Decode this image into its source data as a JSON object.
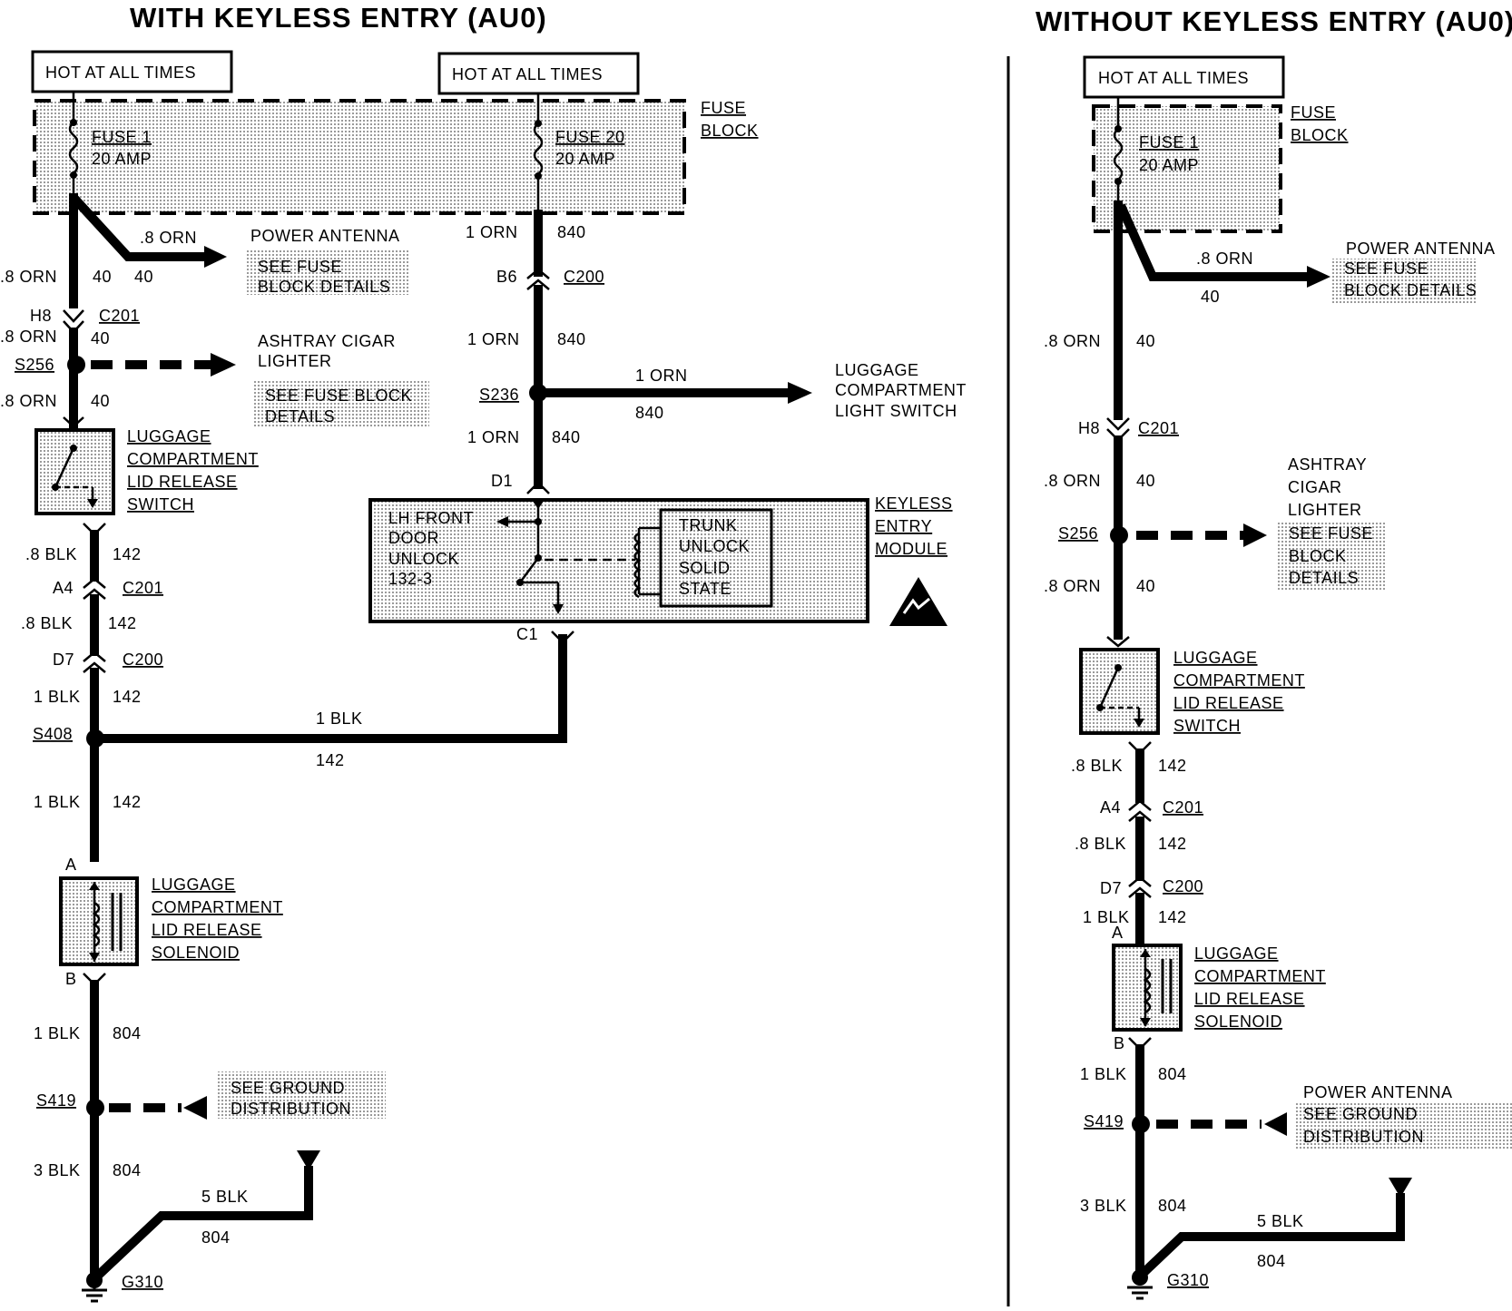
{
  "left": {
    "title": "WITH KEYLESS ENTRY (AU0)",
    "hot1": "HOT AT ALL TIMES",
    "hot2": "HOT AT ALL TIMES",
    "fuse1": [
      "FUSE 1",
      "20 AMP"
    ],
    "fuse20": [
      "FUSE 20",
      "20 AMP"
    ],
    "fuse_block": [
      "FUSE",
      "BLOCK"
    ],
    "pa_wire": ".8 ORN",
    "pa_circuit": "40",
    "power_antenna": "POWER ANTENNA",
    "see_fuse_block_details": [
      "SEE FUSE",
      "BLOCK DETAILS"
    ],
    "w1_color": ".8 ORN",
    "w1_circ": "40",
    "w1_circ2": "40",
    "h8": "H8",
    "c201a": "C201",
    "w2_color": ".8 ORN",
    "w2_circ": "40",
    "s256": "S256",
    "ashtray": [
      "ASHTRAY CIGAR",
      "LIGHTER"
    ],
    "ashtray_see": [
      "SEE FUSE BLOCK",
      "DETAILS"
    ],
    "w3_color": ".8 ORN",
    "w3_circ": "40",
    "switch_label": [
      "LUGGAGE",
      "COMPARTMENT",
      "LID RELEASE",
      "SWITCH"
    ],
    "w4_color": ".8 BLK",
    "w4_circ": "142",
    "a4": "A4",
    "c201b": "C201",
    "w5_color": ".8 BLK",
    "w5_circ": "142",
    "d7": "D7",
    "c200a": "C200",
    "w6_color": "1 BLK",
    "w6_circ": "142",
    "s408": "S408",
    "h_color": "1 BLK",
    "h_circ": "142",
    "w7_color": "1 BLK",
    "w7_circ": "142",
    "pinA": "A",
    "solenoid_label": [
      "LUGGAGE",
      "COMPARTMENT",
      "LID RELEASE",
      "SOLENOID"
    ],
    "pinB": "B",
    "w8_color": "1 BLK",
    "w8_circ": "804",
    "s419": "S419",
    "ground_see": [
      "SEE GROUND",
      "DISTRIBUTION"
    ],
    "w9_color": "3 BLK",
    "w9_circ": "804",
    "w10_color": "5 BLK",
    "w10_circ": "804",
    "g310": "G310",
    "r1_color": "1 ORN",
    "r1_circ": "840",
    "b6": "B6",
    "c200b": "C200",
    "r2_color": "1 ORN",
    "r2_circ": "840",
    "s236": "S236",
    "lt_color": "1 ORN",
    "lt_circ": "840",
    "light_switch": [
      "LUGGAGE",
      "COMPARTMENT",
      "LIGHT SWITCH"
    ],
    "r3_color": "1 ORN",
    "r3_circ": "840",
    "d1": "D1",
    "lh_front": [
      "LH FRONT",
      "DOOR",
      "UNLOCK",
      "132-3"
    ],
    "trunk_unlock": [
      "TRUNK",
      "UNLOCK",
      "SOLID",
      "STATE"
    ],
    "kem": [
      "KEYLESS",
      "ENTRY",
      "MODULE"
    ],
    "c1": "C1"
  },
  "right": {
    "title": "WITHOUT KEYLESS ENTRY (AU0)",
    "hot": "HOT AT ALL TIMES",
    "fuse1": [
      "FUSE 1",
      "20 AMP"
    ],
    "fuse_block": [
      "FUSE",
      "BLOCK"
    ],
    "pa_wire": ".8 ORN",
    "pa_circuit": "40",
    "power_antenna": "POWER ANTENNA",
    "see_fuse_block_details": [
      "SEE FUSE",
      "BLOCK DETAILS"
    ],
    "w1_color": ".8 ORN",
    "w1_circ": "40",
    "h8": "H8",
    "c201a": "C201",
    "w2_color": ".8 ORN",
    "w2_circ": "40",
    "ashtray": [
      "ASHTRAY",
      "CIGAR",
      "LIGHTER"
    ],
    "ashtray_see": [
      "SEE FUSE",
      "BLOCK",
      "DETAILS"
    ],
    "s256": "S256",
    "w3_color": ".8 ORN",
    "w3_circ": "40",
    "switch_label": [
      "LUGGAGE",
      "COMPARTMENT",
      "LID RELEASE",
      "SWITCH"
    ],
    "w4_color": ".8 BLK",
    "w4_circ": "142",
    "a4": "A4",
    "c201b": "C201",
    "w5_color": ".8 BLK",
    "w5_circ": "142",
    "d7": "D7",
    "c200": "C200",
    "w6_color": "1 BLK",
    "w6_circ": "142",
    "pinA": "A",
    "solenoid_label": [
      "LUGGAGE",
      "COMPARTMENT",
      "LID RELEASE",
      "SOLENOID"
    ],
    "pinB": "B",
    "w7_color": "1 BLK",
    "w7_circ": "804",
    "s419": "S419",
    "ground_see": [
      "POWER ANTENNA",
      "SEE GROUND",
      "DISTRIBUTION"
    ],
    "w8_color": "3 BLK",
    "w8_circ": "804",
    "w9_color": "5 BLK",
    "w9_circ": "804",
    "g310": "G310"
  }
}
